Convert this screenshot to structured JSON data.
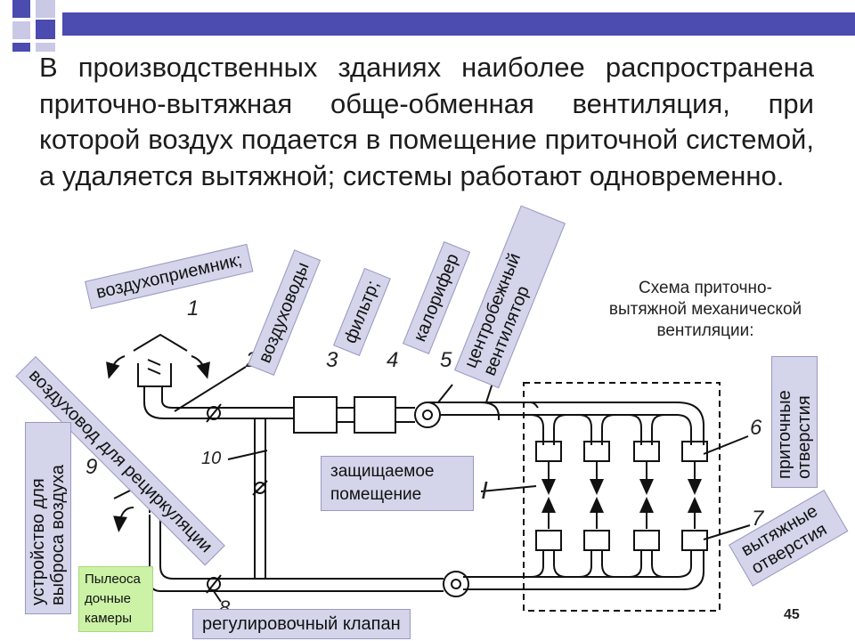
{
  "paragraph": "В производственных зданиях наиболее распространена приточно-вытяжная обще-обменная вентиляция, при которой воздух подается в помещение приточной системой, а удаляется вытяжной; системы работают одновременно.",
  "labels": {
    "air_intake": "воздухоприемник;",
    "ducts": "воздуховоды",
    "filter": "фильтр;",
    "heater": "калорифер",
    "fan": "центробежный вентилятор",
    "recirc_duct": "воздуховод для рециркуляции",
    "exhaust_device": "устройство для выброса воздуха",
    "dust_chamber": "Пылеоса дочные камеры",
    "protected_room": "защищаемое помещение",
    "supply_openings": "приточные отверстия",
    "exhaust_openings": "вытяжные отверстия",
    "damper": "регулировочный клапан"
  },
  "scheme_title": "Схема приточно-вытяжной механической вентиляции:",
  "numbers": [
    "1",
    "2",
    "3",
    "4",
    "5",
    "6",
    "7",
    "8",
    "9",
    "10",
    "I"
  ],
  "page_number": "45",
  "colors": {
    "accent_bar": "#4b4bb0",
    "label_bg": "#d4d4ea",
    "dust_label_bg": "#ccf2a6"
  }
}
